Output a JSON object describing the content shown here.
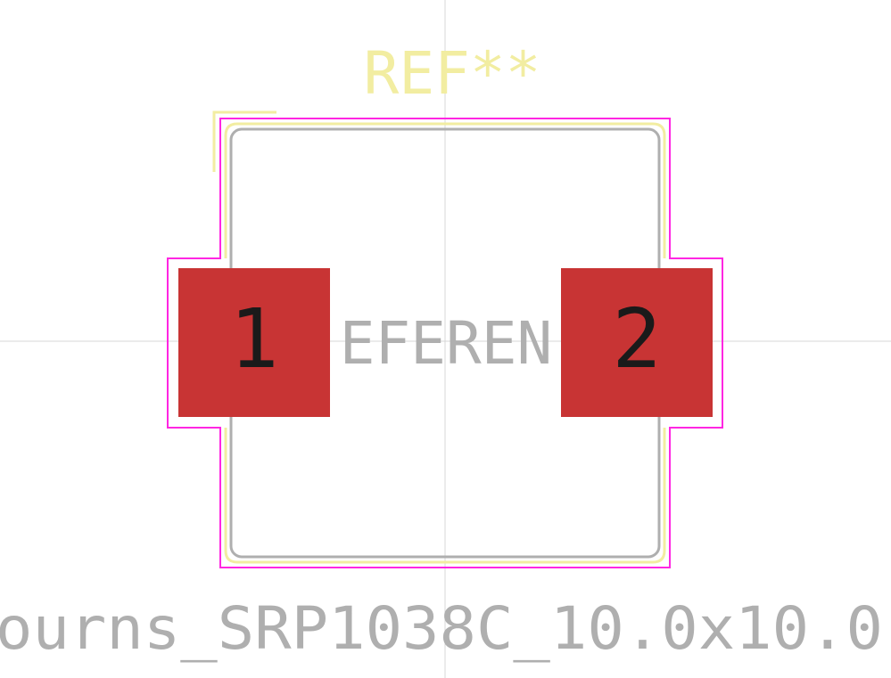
{
  "footprint": {
    "reference": "REF**",
    "value_center": "EFEREN",
    "footprint_name": "ourns_SRP1038C_10.0x10.0",
    "pads": [
      {
        "number": "1"
      },
      {
        "number": "2"
      }
    ]
  },
  "colors": {
    "background": "#ffffff",
    "silkscreen": "#f2eda1",
    "courtyard": "#ff26e2",
    "fabrication": "#afafaf",
    "pad": "#c83434",
    "pad_text": "#1a1a1a",
    "crosshair": "#d7d7d7"
  }
}
